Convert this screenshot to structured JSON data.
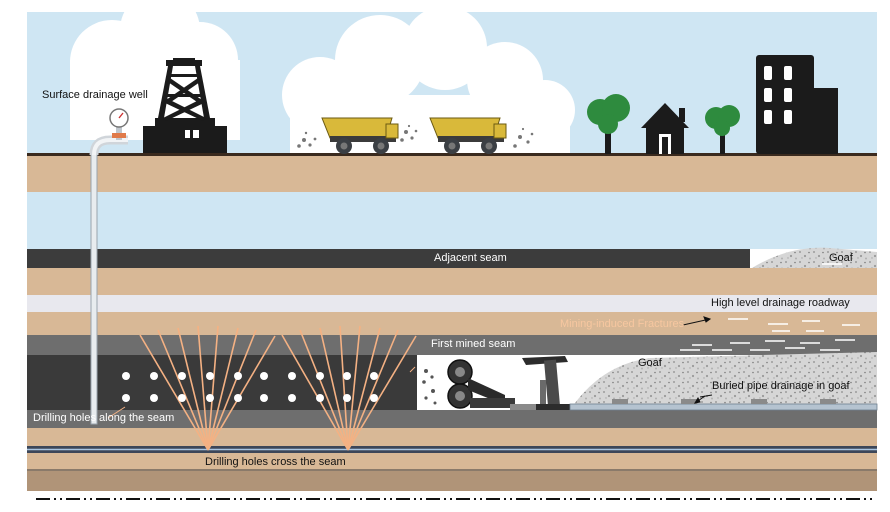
{
  "labels": {
    "surface_drainage_well": "Surface drainage well",
    "adjacent_seam": "Adjacent seam",
    "goaf_upper": "Goaf",
    "high_level_drainage_roadway": "High level drainage roadway",
    "mining_induced_fractures": "Mining-induced Fractures",
    "first_mined_seam": "First mined seam",
    "goaf_lower": "Goaf",
    "buried_pipe_drainage": "Buried pipe drainage in goaf",
    "drilling_along_seam": "Drilling holes along the seam",
    "drilling_cross_seam": "Drilling holes cross the seam"
  },
  "icons": [
    "cloud-icon",
    "drilling-derrick-icon",
    "pressure-gauge-icon",
    "dump-truck-icon",
    "tree-icon",
    "house-icon",
    "building-icon",
    "shearer-icon",
    "hydraulic-support-icon"
  ],
  "colors": {
    "sky": "#cfe6f3",
    "earth": "#d8b896",
    "coal_seam": "#4a4a4a",
    "goaf_rubble": "#d2d2d2",
    "fracture_rays": "#f4b183",
    "pipe": "#c8cfd6",
    "truck": "#d9b93a",
    "tree": "#2e8b3e"
  }
}
